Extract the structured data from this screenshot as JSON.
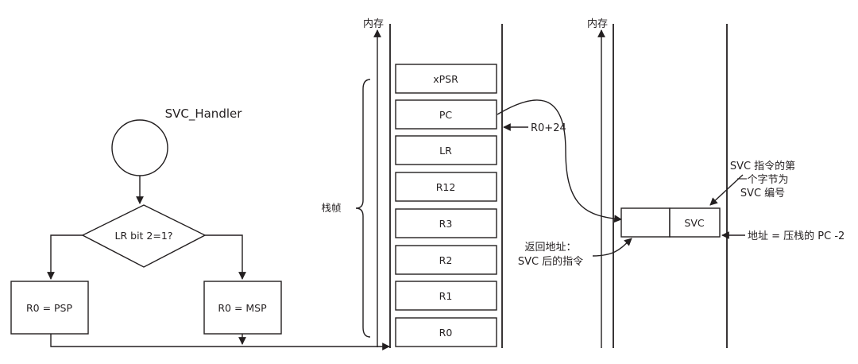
{
  "flowchart": {
    "handler_label": "SVC_Handler",
    "decision": "LR bit 2=1?",
    "left_action": "R0 = PSP",
    "right_action": "R0 = MSP"
  },
  "stack": {
    "memory_label": "内存",
    "frame_label": "栈帧",
    "cells": [
      "xPSR",
      "PC",
      "LR",
      "R12",
      "R3",
      "R2",
      "R1",
      "R0"
    ],
    "pc_offset_label": "R0+24"
  },
  "memory2": {
    "memory_label": "内存",
    "svc_cell": "SVC",
    "svc_note_lines": [
      "SVC 指令的第",
      "一个字节为",
      "SVC 编号"
    ],
    "return_note_lines": [
      "返回地址：",
      "SVC 后的指令"
    ],
    "address_label": "地址 = 压栈的 PC -2"
  }
}
